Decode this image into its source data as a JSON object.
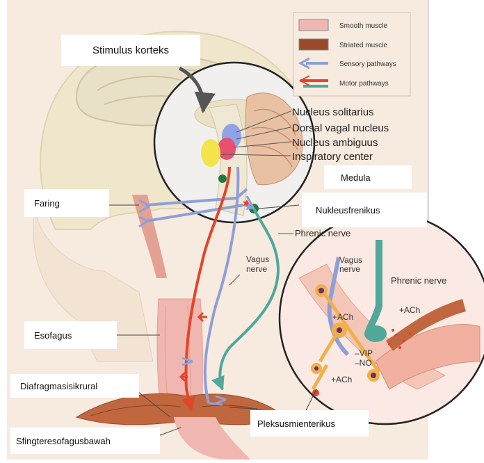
{
  "legend": {
    "items": [
      {
        "label": "Smooth muscle"
      },
      {
        "label": "Striated muscle"
      },
      {
        "label": "Sensory pathways"
      },
      {
        "label": "Motor pathways"
      }
    ]
  },
  "figure_labels": {
    "nucleus_solitarius": "Nucleus solitarius",
    "dorsal_vagal_nucleus": "Dorsal vagal nucleus",
    "nucleus_ambiguus": "Nucleus ambiguus",
    "inspiratory_center": "Inspiratory center",
    "phrenic_nerve": "Phrenic nerve",
    "vagus_nerve_line1": "Vagus",
    "vagus_nerve_line2": "nerve",
    "inset_vagus_line1": "Vagus",
    "inset_vagus_line2": "nerve",
    "inset_phrenic_nerve": "Phrenic nerve",
    "ach_1": "+ACh",
    "ach_2": "+ACh",
    "ach_3": "+ACh",
    "vip": "–VIP",
    "no": "–NO"
  },
  "annotations": {
    "stimulus_korteks": "Stimulus korteks",
    "medula": "Medula",
    "faring": "Faring",
    "nukleusfrenikus": "Nukleusfrenikus",
    "esofagus": "Esofagus",
    "diafragma": "Diafragmasisikrural",
    "pleksus": "Pleksusmienterikus",
    "sfingter": "Sfingteresofagusbawah"
  },
  "colors": {
    "sensory": "#8f9fd6",
    "motor": "#e2452b",
    "phrenic": "#4fa89a",
    "smooth_muscle": "#f0b7b0",
    "striated_muscle": "#9a4a2a",
    "background": "#f7ebe0",
    "skull": "#efe6cc"
  }
}
